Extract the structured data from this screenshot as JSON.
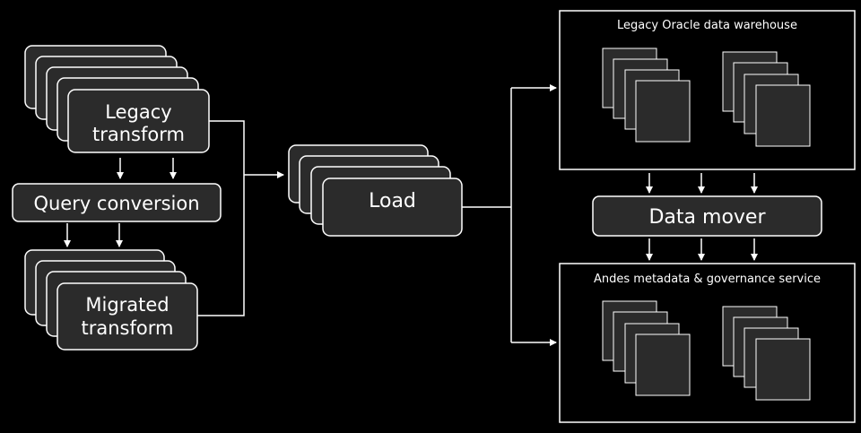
{
  "diagram": {
    "legacy_transform": {
      "label": "Legacy transform"
    },
    "query_conversion": {
      "label": "Query conversion"
    },
    "migrated_transform": {
      "label": "Migrated transform"
    },
    "load": {
      "label": "Load"
    },
    "legacy_oracle_warehouse": {
      "label": "Legacy Oracle data warehouse"
    },
    "data_mover": {
      "label": "Data mover"
    },
    "andes_service": {
      "label": "Andes metadata & governance service"
    }
  },
  "colors": {
    "background": "#000000",
    "box_fill": "#2b2b2b",
    "stroke": "#ffffff",
    "text": "#ffffff"
  }
}
